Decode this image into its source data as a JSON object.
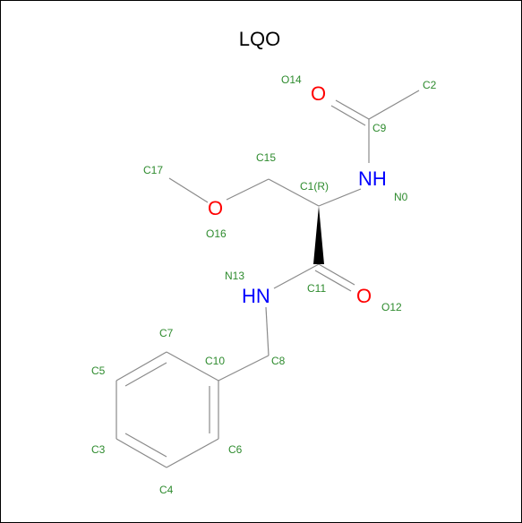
{
  "title": "LQO",
  "colors": {
    "bond": "#8a8a8a",
    "carbon_label": "#2e8b2e",
    "oxygen": "#ff0000",
    "nitrogen": "#0000ff",
    "title": "#000000"
  },
  "heteroatoms": {
    "o14": "O",
    "nh0": "NH",
    "o16": "O",
    "nh13": "HN",
    "o12": "O"
  },
  "atom_labels": {
    "O14": "O14",
    "C2": "C2",
    "C9": "C9",
    "C17": "C17",
    "C15": "C15",
    "C1": "C1(R)",
    "N0": "N0",
    "O16": "O16",
    "N13": "N13",
    "C11": "C11",
    "O12": "O12",
    "C7": "C7",
    "C10": "C10",
    "C8": "C8",
    "C5": "C5",
    "C3": "C3",
    "C6": "C6",
    "C4": "C4"
  }
}
